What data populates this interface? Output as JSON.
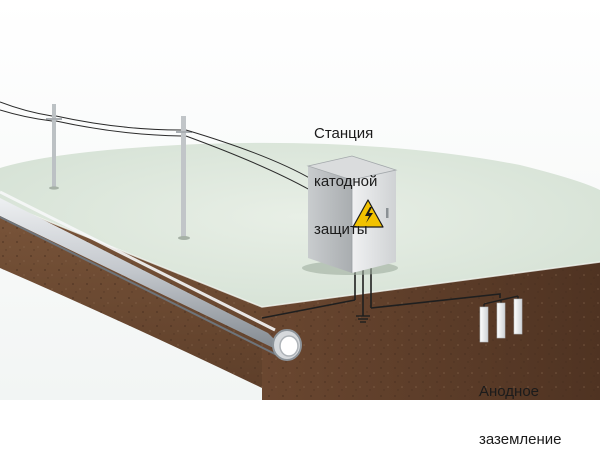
{
  "labels": {
    "station": [
      "Станция",
      "катодной",
      "защиты"
    ],
    "anode": [
      "Анодное",
      "заземление"
    ]
  },
  "colors": {
    "ground_surface": "#dfe9dd",
    "soil_front": "#6d4b33",
    "soil_side": "#5a3c28",
    "pipe": "#c7cbd0",
    "cabinet": "#e3e5e6",
    "warning": "#f2c200",
    "wire": "#2b2b2b"
  },
  "icons": {
    "warning": "high-voltage-warning-icon"
  }
}
